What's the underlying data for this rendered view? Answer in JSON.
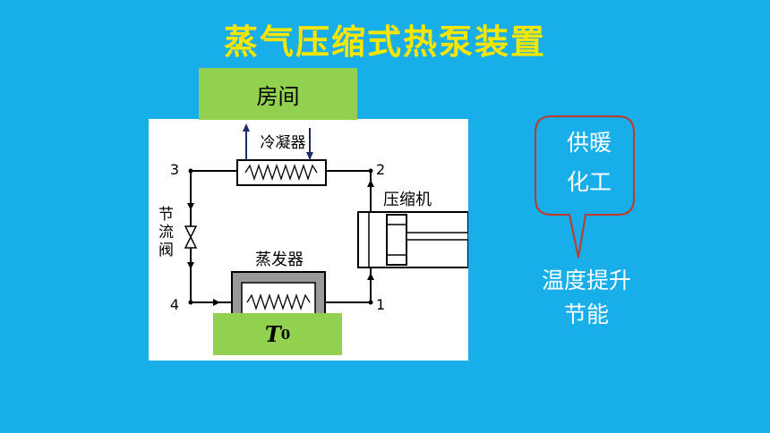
{
  "title": "蒸气压缩式热泵装置",
  "room_label": "房间",
  "temperature_label": "T",
  "temperature_subscript": "0",
  "diagram": {
    "condenser": "冷凝器",
    "compressor": "压缩机",
    "evaporator": "蒸发器",
    "throttle_valve": "节流阀",
    "node_1": "1",
    "node_2": "2",
    "node_3": "3",
    "node_4": "4"
  },
  "callout": {
    "line1": "供暖",
    "line2": "化工"
  },
  "benefit": {
    "line1": "温度提升",
    "line2": "节能"
  },
  "colors": {
    "background": "#17AEE9",
    "title": "#F5E600",
    "green_box": "#92D050",
    "callout_border": "#C0392B",
    "arrow": "#1F2A6B"
  }
}
